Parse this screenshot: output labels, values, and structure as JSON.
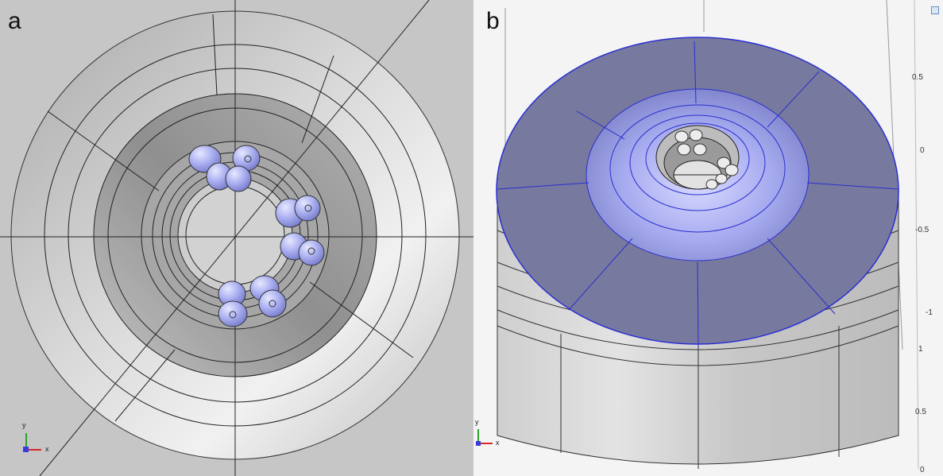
{
  "panel_a": {
    "label": "a",
    "triad": {
      "y_label": "y",
      "x_label": "x"
    }
  },
  "panel_b": {
    "label": "b",
    "triad": {
      "y_label": "y",
      "x_label": "x"
    },
    "scale_ticks": [
      "0.5",
      "0",
      "-0.5",
      "-1",
      "1",
      "0.5",
      "0"
    ]
  },
  "colors": {
    "surface_gray": "#c9c9c9",
    "selection_blue": "#7a7fc6",
    "highlight_blue": "#b8bcf2",
    "edge_blue": "#2a2fd0"
  }
}
